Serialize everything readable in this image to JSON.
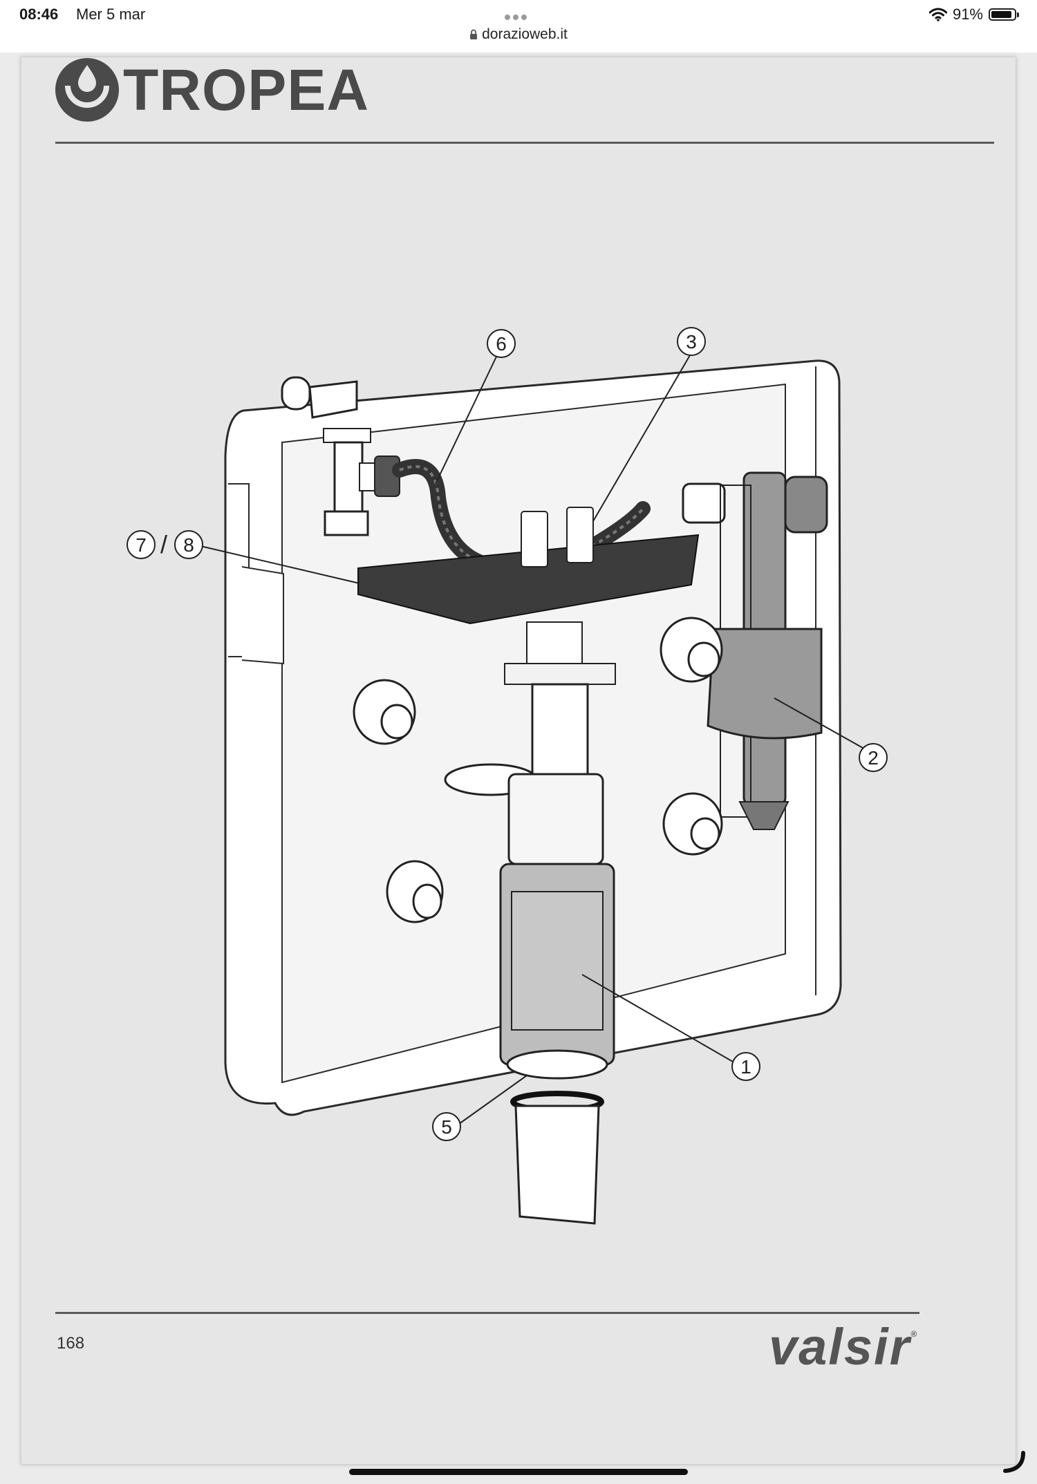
{
  "status_bar": {
    "time": "08:46",
    "date": "Mer 5 mar",
    "url": "dorazioweb.it",
    "battery": "91%",
    "battery_level": 0.91
  },
  "document": {
    "brand_title": "TROPEA",
    "footer_brand": "valsir",
    "page_number": "168",
    "callouts": [
      "6",
      "3",
      "7",
      "/",
      "8",
      "2",
      "1",
      "5"
    ]
  },
  "colors": {
    "page_background": "#e6e6e6",
    "brand_gray": "#4a4a4a",
    "part_dark": "#3c3c3c",
    "part_medium": "#9a9a9a"
  }
}
